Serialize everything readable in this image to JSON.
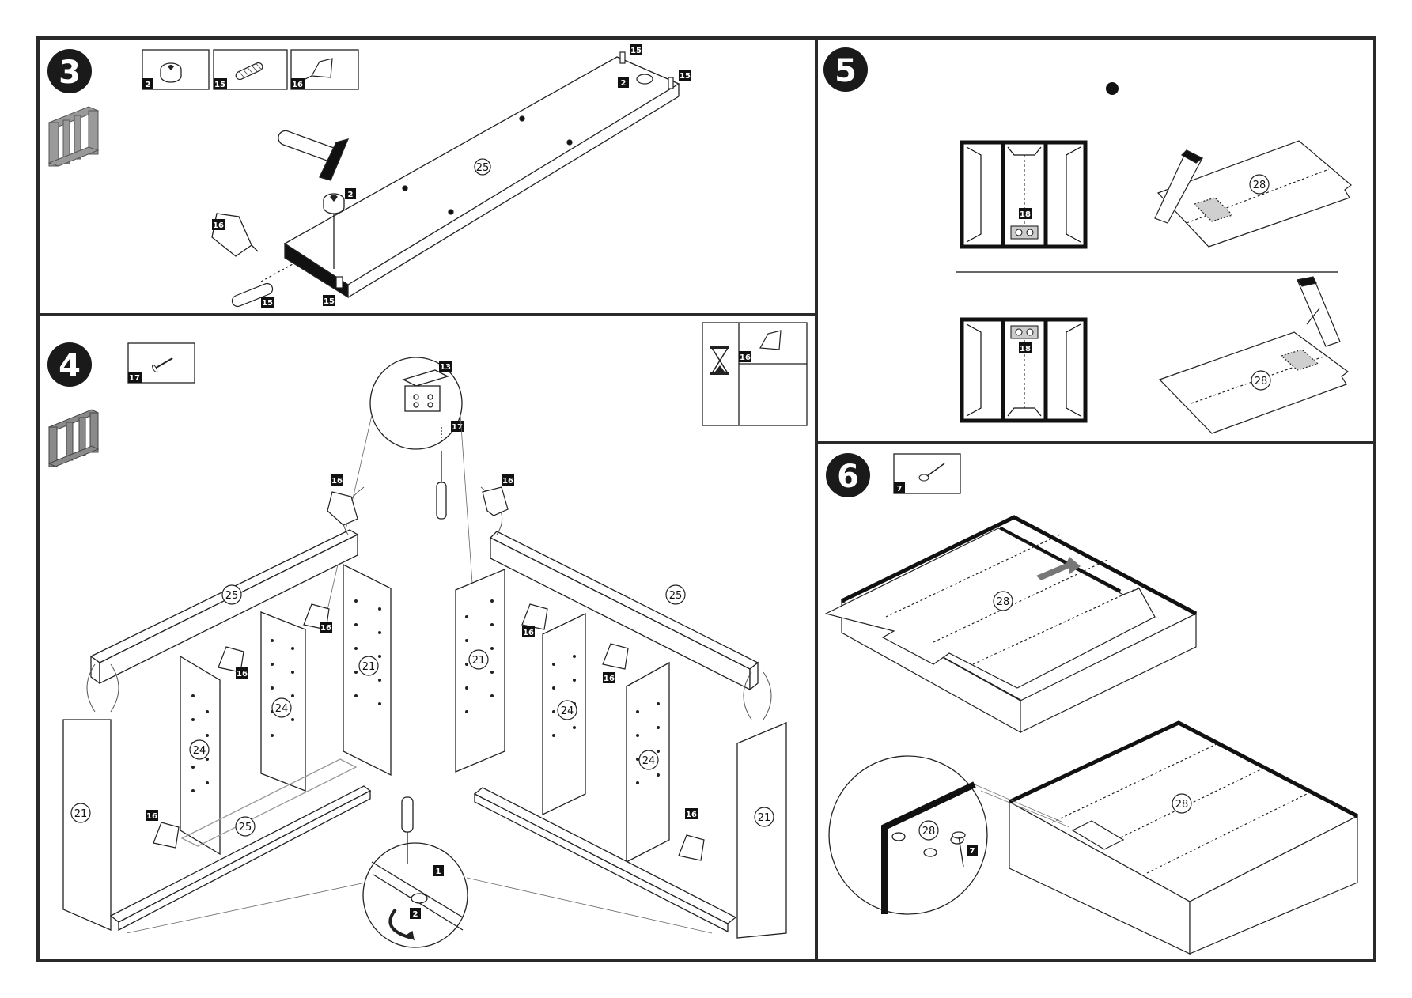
{
  "steps": {
    "s3": {
      "number": "3"
    },
    "s4": {
      "number": "4"
    },
    "s5": {
      "number": "5"
    },
    "s6": {
      "number": "6"
    }
  },
  "parts_s3": [
    {
      "tag": "2",
      "icon": "cam-lock-icon"
    },
    {
      "tag": "15",
      "icon": "wooden-dowel-icon"
    },
    {
      "tag": "16",
      "icon": "glue-tube-icon"
    }
  ],
  "parts_s4": [
    {
      "tag": "17",
      "icon": "screw-icon"
    }
  ],
  "parts_s6": [
    {
      "tag": "7",
      "icon": "nail-icon"
    }
  ],
  "glue_box": {
    "tag": "16",
    "icon": "hourglass-icon"
  },
  "callouts_s3": {
    "panel": "25",
    "dowel_top_1": "15",
    "dowel_top_2": "15",
    "cam_top": "2",
    "cam_center": "2",
    "glue": "16",
    "dowel_bottom_1": "15",
    "dowel_bottom_2": "15"
  },
  "callouts_s4": {
    "bracket": "13",
    "screw": "17",
    "glue_left": "16",
    "glue_right": "16",
    "glue_l2": "16",
    "glue_l3": "16",
    "glue_r2": "16",
    "glue_r3": "16",
    "glue_bl": "16",
    "glue_br": "16",
    "top_left": "25",
    "top_right": "25",
    "bottom_left": "25",
    "side_21_a": "21",
    "side_21_b": "21",
    "side_21_c": "21",
    "side_21_d": "21",
    "div_24_a": "24",
    "div_24_b": "24",
    "div_24_c": "24",
    "div_24_d": "24",
    "cam_detail_1": "1",
    "cam_detail_2": "2"
  },
  "callouts_s5": {
    "part18_top": "18",
    "part18_bottom": "18",
    "back_top": "28",
    "back_bottom": "28"
  },
  "callouts_s6": {
    "back_main": "28",
    "back_lower": "28",
    "detail_28": "28",
    "detail_7": "7"
  }
}
